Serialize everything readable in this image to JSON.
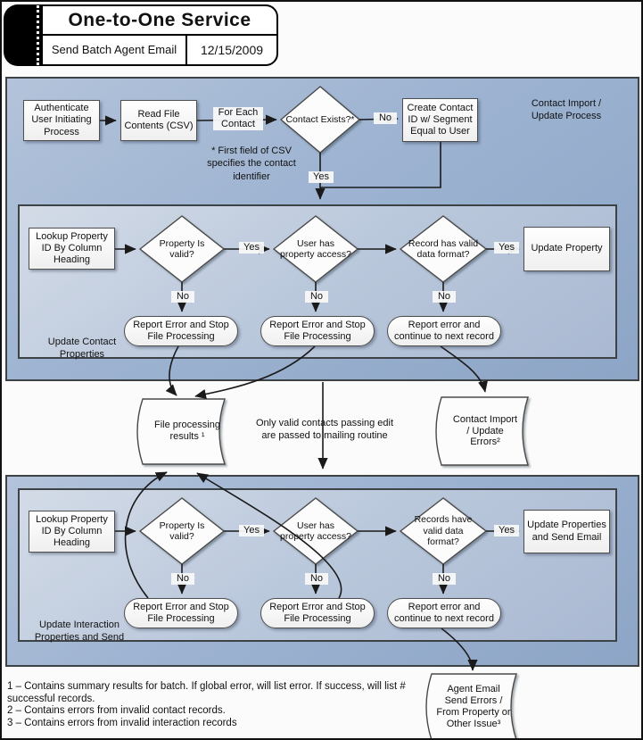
{
  "header": {
    "title": "One-to-One Service",
    "subtitle": "Send Batch Agent Email",
    "date": "12/15/2009"
  },
  "common": {
    "yes": "Yes",
    "no": "No",
    "lookup": "Lookup Property ID By Column Heading",
    "property_valid": "Property Is valid?",
    "user_access": "User has property access?",
    "report_stop": "Report Error and Stop File Processing",
    "report_continue": "Report error and continue to next record"
  },
  "section1": {
    "label": "Contact Import / Update Process",
    "authenticate": "Authenticate User Initiating Process",
    "read_file": "Read File Contents (CSV)",
    "for_each": "For Each Contact",
    "contact_exists": "Contact Exists?*",
    "csv_note": "* First field of CSV specifies the contact identifier",
    "create_contact": "Create Contact ID w/ Segment Equal to User",
    "record_valid": "Record has valid data format?",
    "update_property": "Update Property",
    "inner_label": "Update Contact Properties"
  },
  "middle": {
    "file_results": "File processing results ¹",
    "note": "Only valid contacts passing edit are passed to mailing routine",
    "contact_errors": "Contact Import / Update Errors²"
  },
  "section2": {
    "records_valid": "Records have valid data format?",
    "update_send": "Update Properties and Send Email",
    "inner_label": "Update Interaction Properties and Send"
  },
  "footer": {
    "note1": "1 – Contains summary results for batch. If global error, will list error. If success, will list # successful records.",
    "note2": "2 – Contains errors from invalid contact records.",
    "note3": "3 – Contains errors from invalid interaction records",
    "agent_errors": "Agent Email Send Errors / From Property or Other Issue³"
  },
  "colors": {
    "section_fill": "#9db3d1",
    "inner_fill": "#bac8dc",
    "shape_fill": "#fcfcfc",
    "line": "#1a1a1a"
  }
}
